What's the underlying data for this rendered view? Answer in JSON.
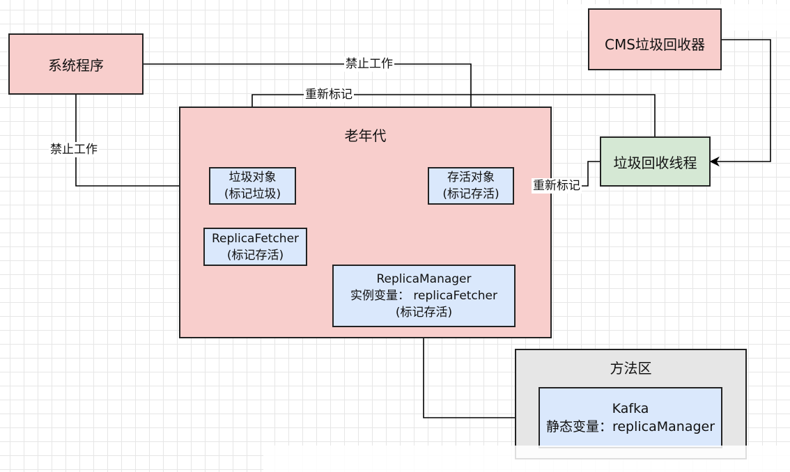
{
  "nodes": {
    "system_program": "系统程序",
    "cms_collector": "CMS垃圾回收器",
    "old_gen": "老年代",
    "gc_thread": "垃圾回收线程",
    "garbage_obj": {
      "line1": "垃圾对象",
      "line2": "(标记垃圾)"
    },
    "live_obj": {
      "line1": "存活对象",
      "line2": "(标记存活)"
    },
    "replica_fetcher": {
      "line1": "ReplicaFetcher",
      "line2": "(标记存活)"
    },
    "replica_manager": {
      "line1": "ReplicaManager",
      "line2": "实例变量： replicaFetcher",
      "line3": "(标记存活)"
    },
    "method_area": "方法区",
    "kafka": {
      "line1": "Kafka",
      "line2": "静态变量：replicaManager"
    }
  },
  "edges": {
    "stop_work_top": "禁止工作",
    "stop_work_left": "禁止工作",
    "remark_top": "重新标记",
    "remark_right": "重新标记"
  },
  "colors": {
    "pink": "#f8cecc",
    "blue": "#dae8fc",
    "green": "#d5e8d4",
    "gray": "#e6e6e6"
  }
}
